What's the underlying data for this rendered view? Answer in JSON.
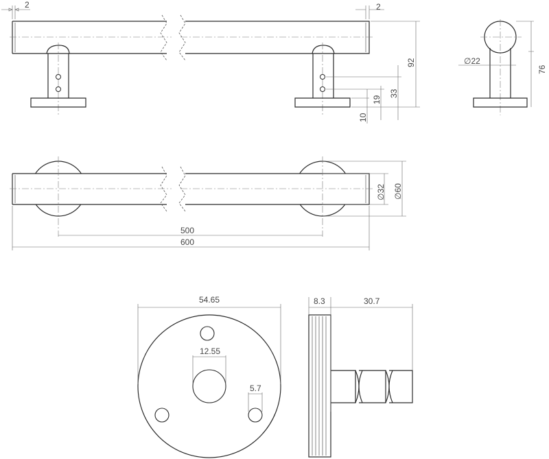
{
  "dimensions": {
    "front_offset_left": "2",
    "front_offset_right": "2",
    "height_total": "92",
    "height_screw_upper": "33",
    "height_screw_lower": "19",
    "base_thickness": "10",
    "post_diameter": "∅22",
    "side_height": "76",
    "rosette_diameter": "∅60",
    "bar_diameter": "∅32",
    "center_distance": "500",
    "overall_length": "600",
    "plate_diameter": "54.65",
    "center_hole": "12.55",
    "screw_hole": "5.7",
    "plate_thickness": "8.3",
    "post_length": "30.7"
  }
}
